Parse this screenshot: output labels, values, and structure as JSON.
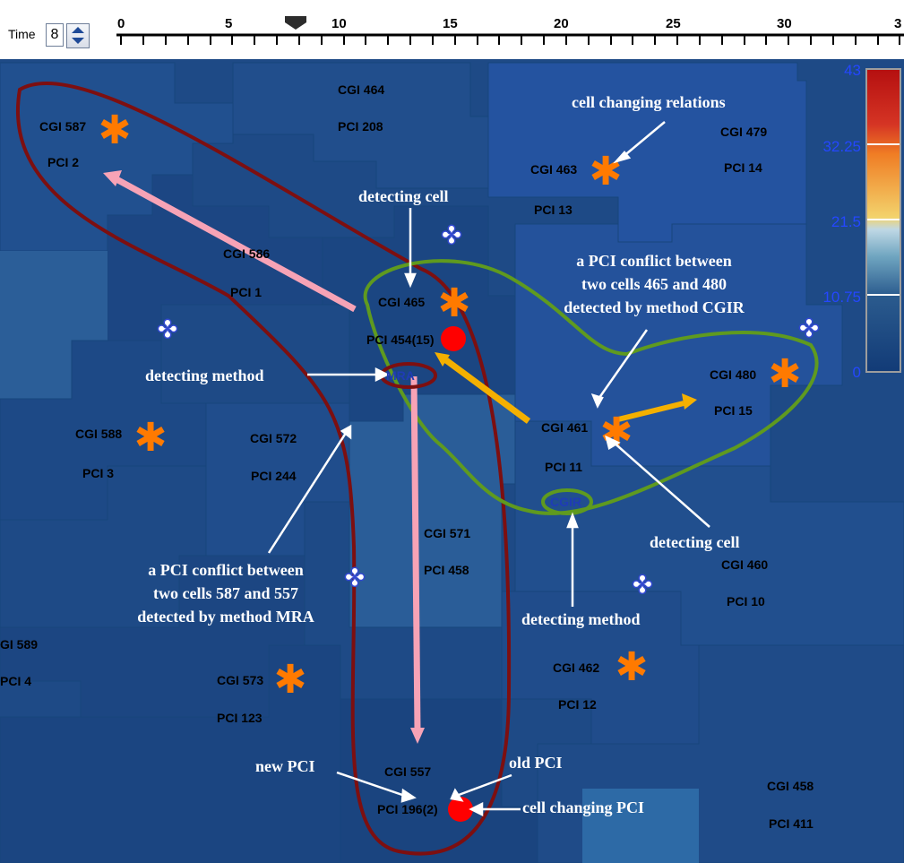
{
  "toolbar": {
    "time_label": "Time",
    "time_value": "8",
    "ruler_labels": [
      "0",
      "5",
      "10",
      "15",
      "20",
      "25",
      "30",
      "3"
    ]
  },
  "legend": {
    "values": [
      "43",
      "32.25",
      "21.5",
      "10.75",
      "0"
    ]
  },
  "cells": [
    {
      "id": "cgi587",
      "cgi": "CGI 587",
      "pci": "PCI 2"
    },
    {
      "id": "cgi464",
      "cgi": "CGI 464",
      "pci": "PCI 208"
    },
    {
      "id": "cgi479",
      "cgi": "CGI 479",
      "pci": "PCI 14"
    },
    {
      "id": "cgi463",
      "cgi": "CGI 463",
      "pci": "PCI 13"
    },
    {
      "id": "cgi586",
      "cgi": "CGI 586",
      "pci": "PCI 1"
    },
    {
      "id": "cgi465",
      "cgi": "CGI 465",
      "pci": "PCI 454(15)"
    },
    {
      "id": "cgi480",
      "cgi": "CGI 480",
      "pci": "PCI 15"
    },
    {
      "id": "cgi588",
      "cgi": "CGI 588",
      "pci": "PCI 3"
    },
    {
      "id": "cgi572",
      "cgi": "CGI 572",
      "pci": "PCI 244"
    },
    {
      "id": "cgi461",
      "cgi": "CGI 461",
      "pci": "PCI 11"
    },
    {
      "id": "cgi571",
      "cgi": "CGI 571",
      "pci": "PCI 458"
    },
    {
      "id": "cgi460",
      "cgi": "CGI 460",
      "pci": "PCI 10"
    },
    {
      "id": "cgi589",
      "cgi": "GI 589",
      "pci": "PCI 4"
    },
    {
      "id": "cgi573",
      "cgi": "CGI 573",
      "pci": "PCI 123"
    },
    {
      "id": "cgi462",
      "cgi": "CGI 462",
      "pci": "PCI 12"
    },
    {
      "id": "cgi557",
      "cgi": "CGI 557",
      "pci": "PCI 196(2)"
    },
    {
      "id": "cgi458",
      "cgi": "CGI 458",
      "pci": "PCI 411"
    }
  ],
  "methods": {
    "mra": "MRA",
    "cgir": "CGIR"
  },
  "annotations": {
    "cell_changing_relations": "cell changing relations",
    "detecting_cell_top": "detecting cell",
    "detecting_method_left": "detecting method",
    "conflict_cgir_1": "a PCI conflict between",
    "conflict_cgir_2": "two cells 465 and 480",
    "conflict_cgir_3": "detected by method CGIR",
    "conflict_mra_1": "a PCI conflict between",
    "conflict_mra_2": "two cells 587 and 557",
    "conflict_mra_3": "detected by method MRA",
    "detecting_cell_right": "detecting cell",
    "detecting_method_bottom": "detecting method",
    "new_pci": "new PCI",
    "old_pci": "old PCI",
    "cell_changing_pci": "cell changing PCI"
  },
  "colors": {
    "map_bg": "#1e4a86",
    "conflict_outline_mra": "#7d0f10",
    "conflict_outline_cgir": "#5f9a1f",
    "arrow_pink": "#f7a3b6",
    "arrow_orange": "#f4b000",
    "star": "#ff7a00",
    "dot": "#ff0000"
  }
}
